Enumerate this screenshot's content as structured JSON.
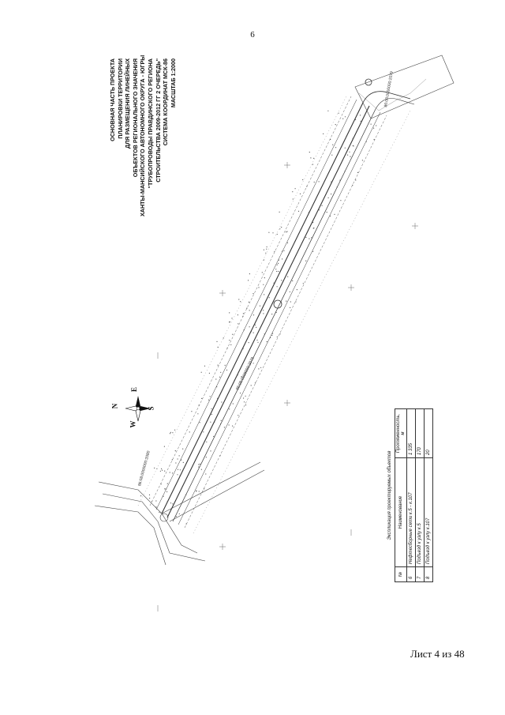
{
  "page_number": "6",
  "sheet_label": "Лист 4 из 48",
  "title_lines": [
    "ОСНОВНАЯ ЧАСТЬ ПРОЕКТА",
    "ПЛАНИРОВКИ ТЕРРИТОРИИ",
    "ДЛЯ РАЗМЕЩЕНИЯ ЛИНЕЙНЫХ",
    "ОБЪЕКТОВ РЕГИОНАЛЬНОГО ЗНАЧЕНИЯ",
    "ХАНТЫ-МАНСИЙСКОГО АВТОНОМНОГО ОКРУГА - ЮГРЫ",
    "\"ТРУБОПРОВОДЫ ПРАВДИНСКОГО РЕГИОНА",
    "СТРОИТЕЛЬСТВА 2009-2012 ГГ 2 ОЧЕРЕДЬ\"",
    "СИСТЕМА КООРДИНАТ МСК-86",
    "МАСШТАБ 1:2000"
  ],
  "compass": {
    "n": "N",
    "e": "E",
    "s": "S",
    "w": "W"
  },
  "parcel_labels": [
    "86:08:0000000:2079",
    "86:08:0000000:2080",
    "86:08:0000000:2079"
  ],
  "legend": {
    "title": "Экспликация проектируемых объектов",
    "headers": [
      "№",
      "Наименование",
      "Протяженность, м"
    ],
    "rows": [
      {
        "num": "6",
        "name": "Нефтесборные сети к.5 - к.107",
        "length": "1 335"
      },
      {
        "num": "7",
        "name": "Подъезд к узлу к.5",
        "length": "170"
      },
      {
        "num": "8",
        "name": "Подъезд к узлу к.107",
        "length": "20"
      }
    ]
  }
}
